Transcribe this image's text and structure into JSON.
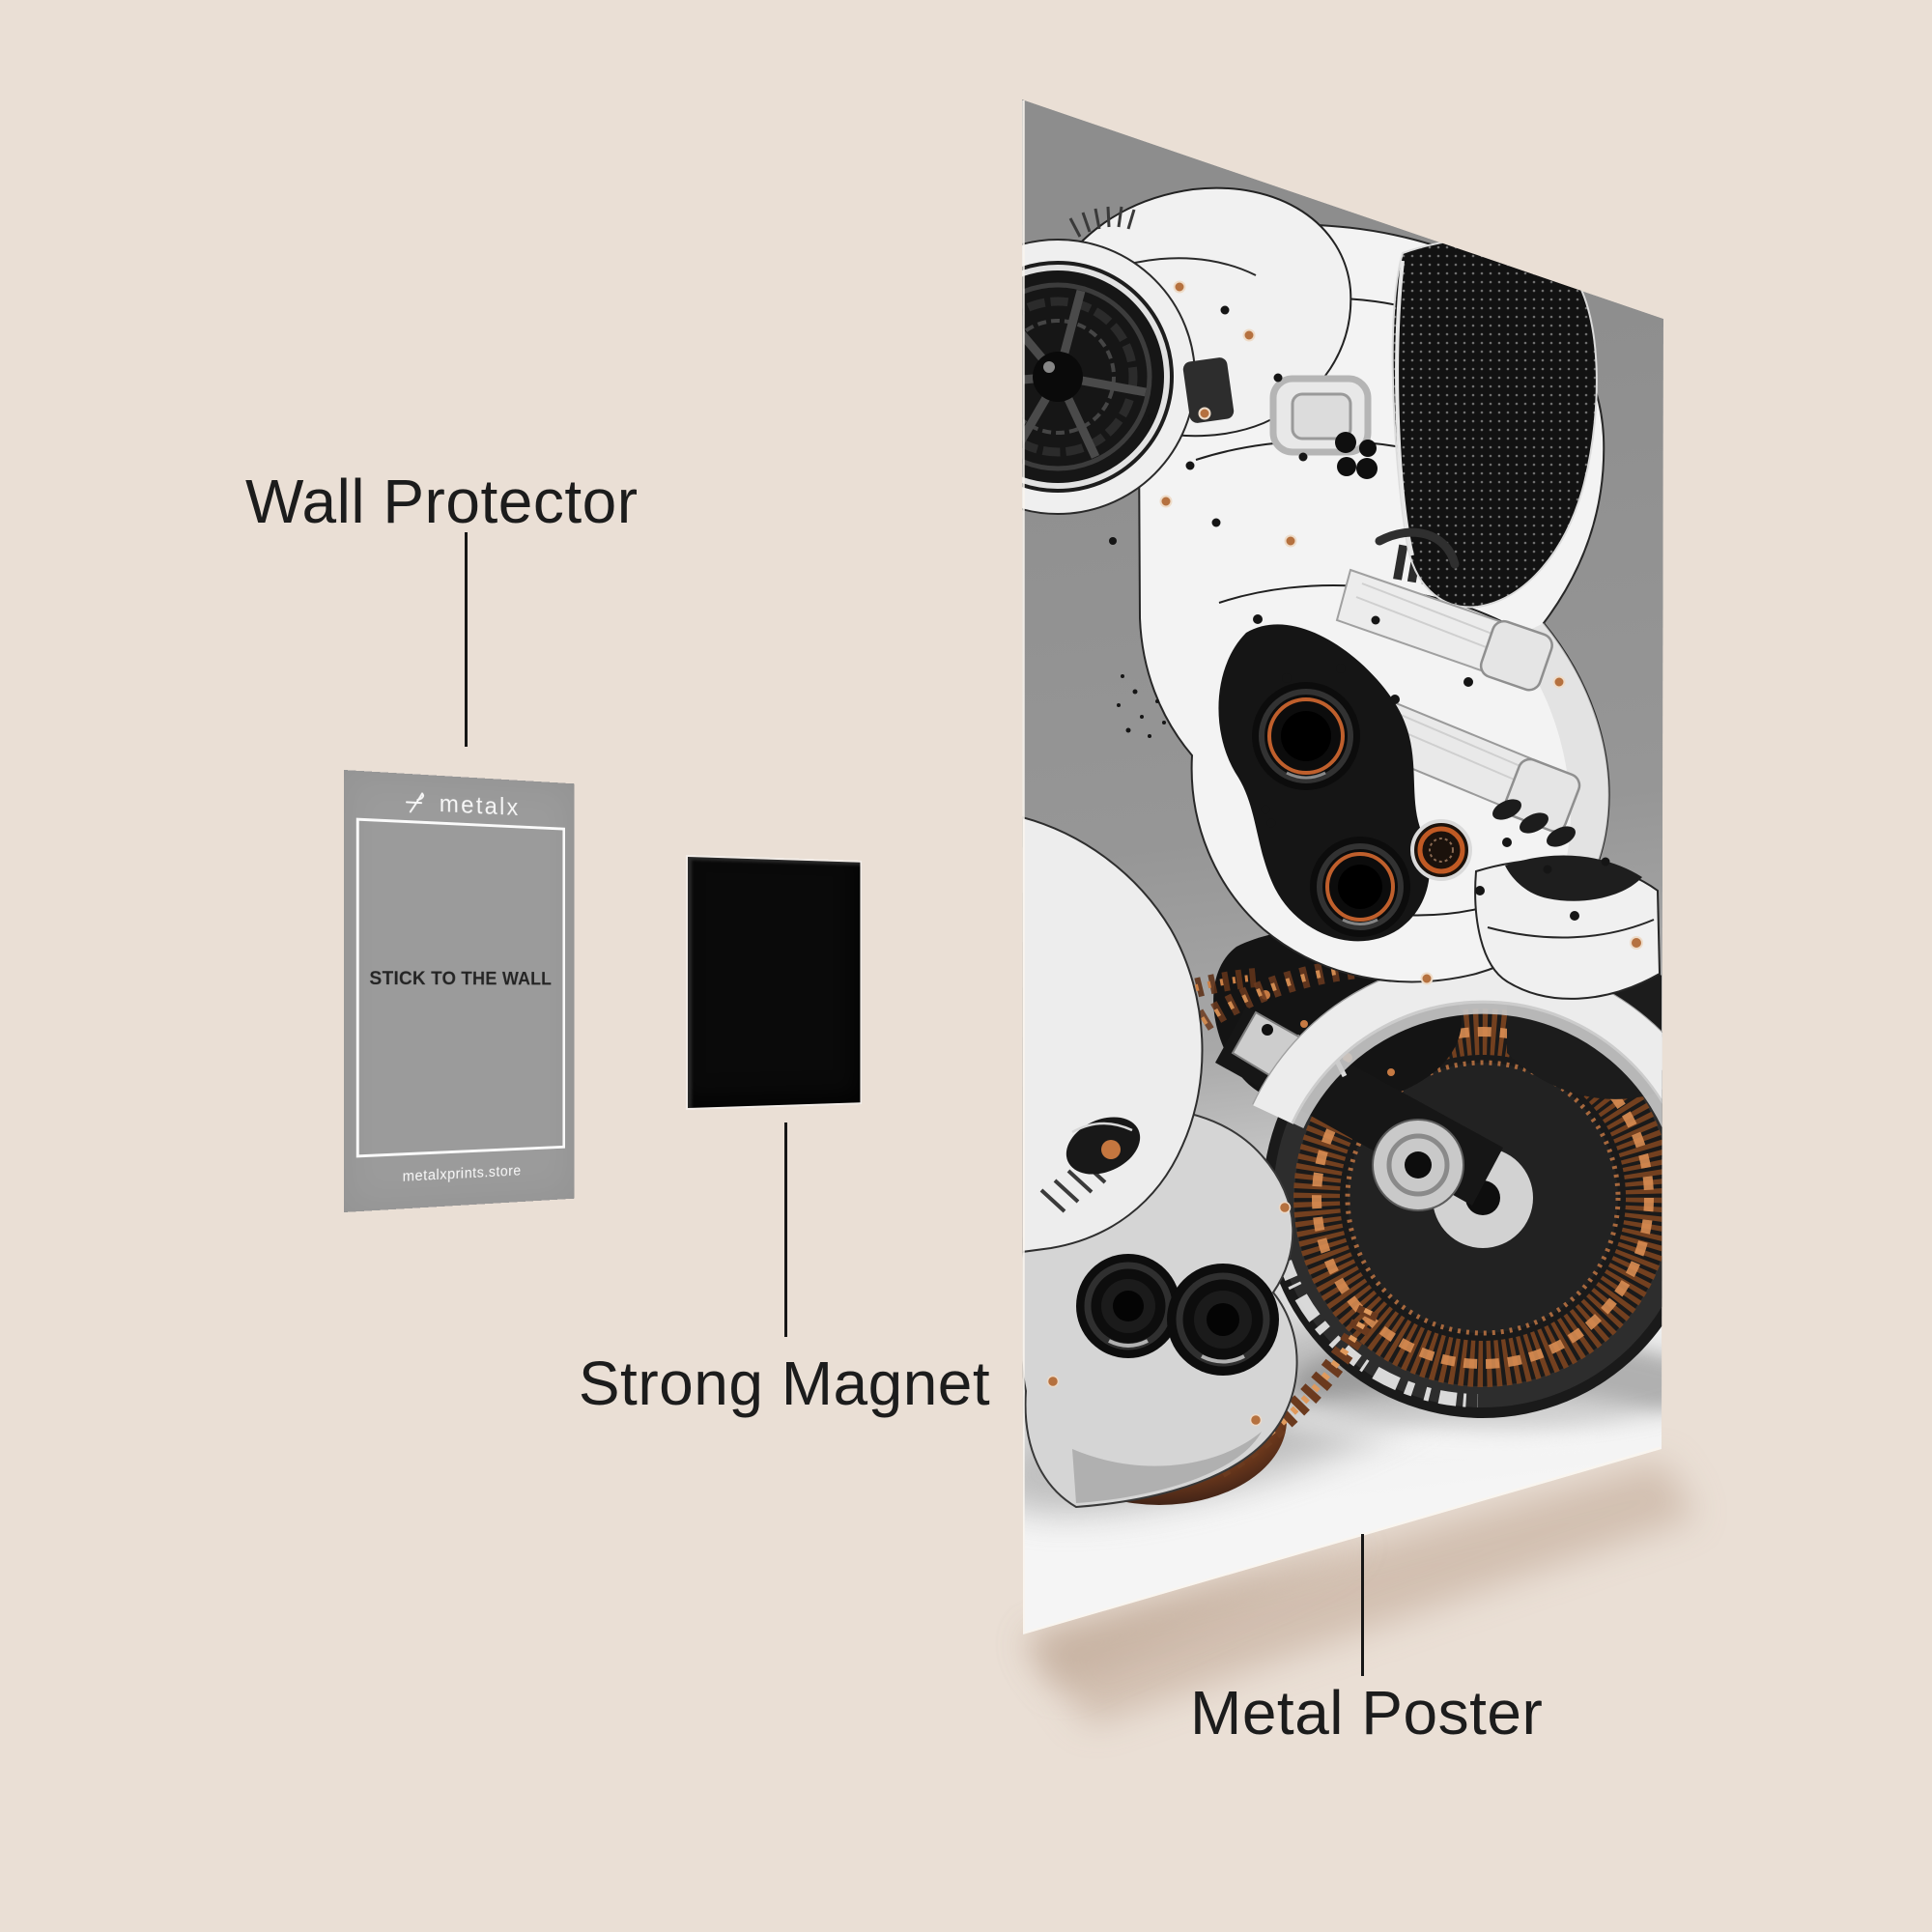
{
  "page": {
    "background_color": "#eadfd5",
    "text_color": "#1c1c1c"
  },
  "annotations": {
    "wall_protector": {
      "label": "Wall Protector"
    },
    "strong_magnet": {
      "label": "Strong Magnet"
    },
    "metal_poster": {
      "label": "Metal Poster"
    }
  },
  "wall_protector_card": {
    "brand": "metalx",
    "message": "STICK TO THE WALL",
    "website": "metalxprints.store",
    "surface_color": "#9b9b9b"
  },
  "magnet": {
    "surface_color": "#0a0a0a"
  },
  "poster": {
    "description": "Grayscale artwork of a futuristic white robotic boot motorcycle with copper accents on a gray studio backdrop",
    "accent_color": "#c4713c"
  }
}
